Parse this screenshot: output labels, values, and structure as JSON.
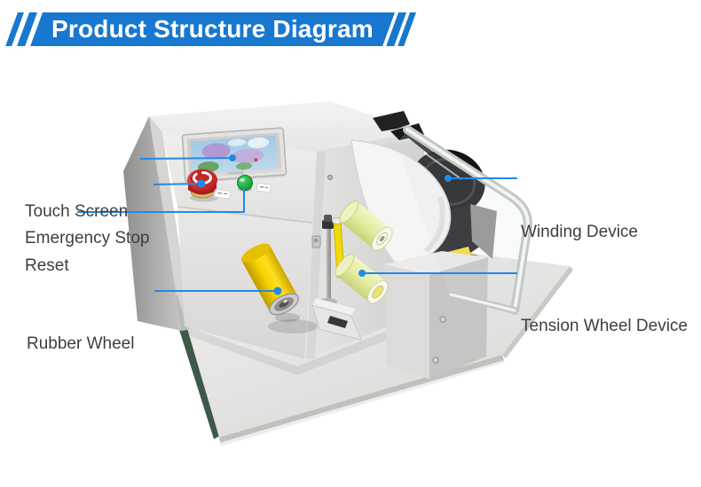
{
  "header": {
    "title": "Product Structure Diagram"
  },
  "diagram": {
    "labels_left": [
      {
        "id": "touch-screen",
        "text": "Touch Screen"
      },
      {
        "id": "emergency-stop",
        "text": "Emergency Stop"
      },
      {
        "id": "reset",
        "text": "Reset"
      },
      {
        "id": "rubber-wheel",
        "text": "Rubber Wheel"
      }
    ],
    "labels_right": [
      {
        "id": "winding-device",
        "text": "Winding Device"
      },
      {
        "id": "tension-wheel-device",
        "text": "Tension Wheel Device"
      }
    ]
  },
  "colors": {
    "banner_blue": "#1878d0",
    "leader_line_blue": "#2289e8",
    "label_text": "#3e3e3e",
    "machine_yellow": "#f5d600",
    "estop_red": "#c42424",
    "reset_green": "#17a33a",
    "mat_green": "#3e5949"
  }
}
